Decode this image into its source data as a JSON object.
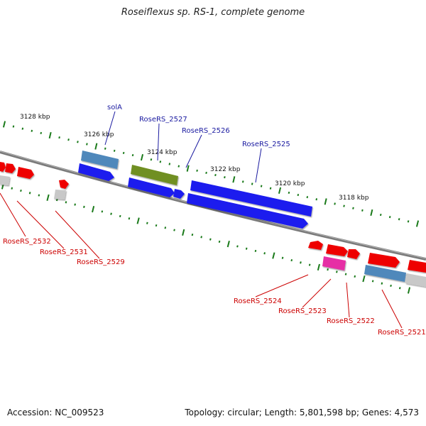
{
  "title": "Roseiflexus sp. RS-1, complete genome",
  "footer": {
    "accession": "Accession: NC_009523",
    "summary": "Topology: circular; Length: 5,801,598 bp; Genes: 4,573"
  },
  "colors": {
    "label_top": "#1a1aa0",
    "label_bottom": "#cc0000",
    "tick": "#1a7a1a",
    "backbone": "#808080"
  },
  "scale_labels": [
    "3128 kbp",
    "3126 kbp",
    "3124 kbp",
    "3122 kbp",
    "3120 kbp",
    "3118 kbp"
  ],
  "gene_labels_top": [
    "solA",
    "RoseRS_2527",
    "RoseRS_2526",
    "RoseRS_2525"
  ],
  "gene_labels_bottom": [
    "RoseRS_2532",
    "RoseRS_2531",
    "RoseRS_2529",
    "RoseRS_2524",
    "RoseRS_2523",
    "RoseRS_2522",
    "RoseRS_2521"
  ]
}
